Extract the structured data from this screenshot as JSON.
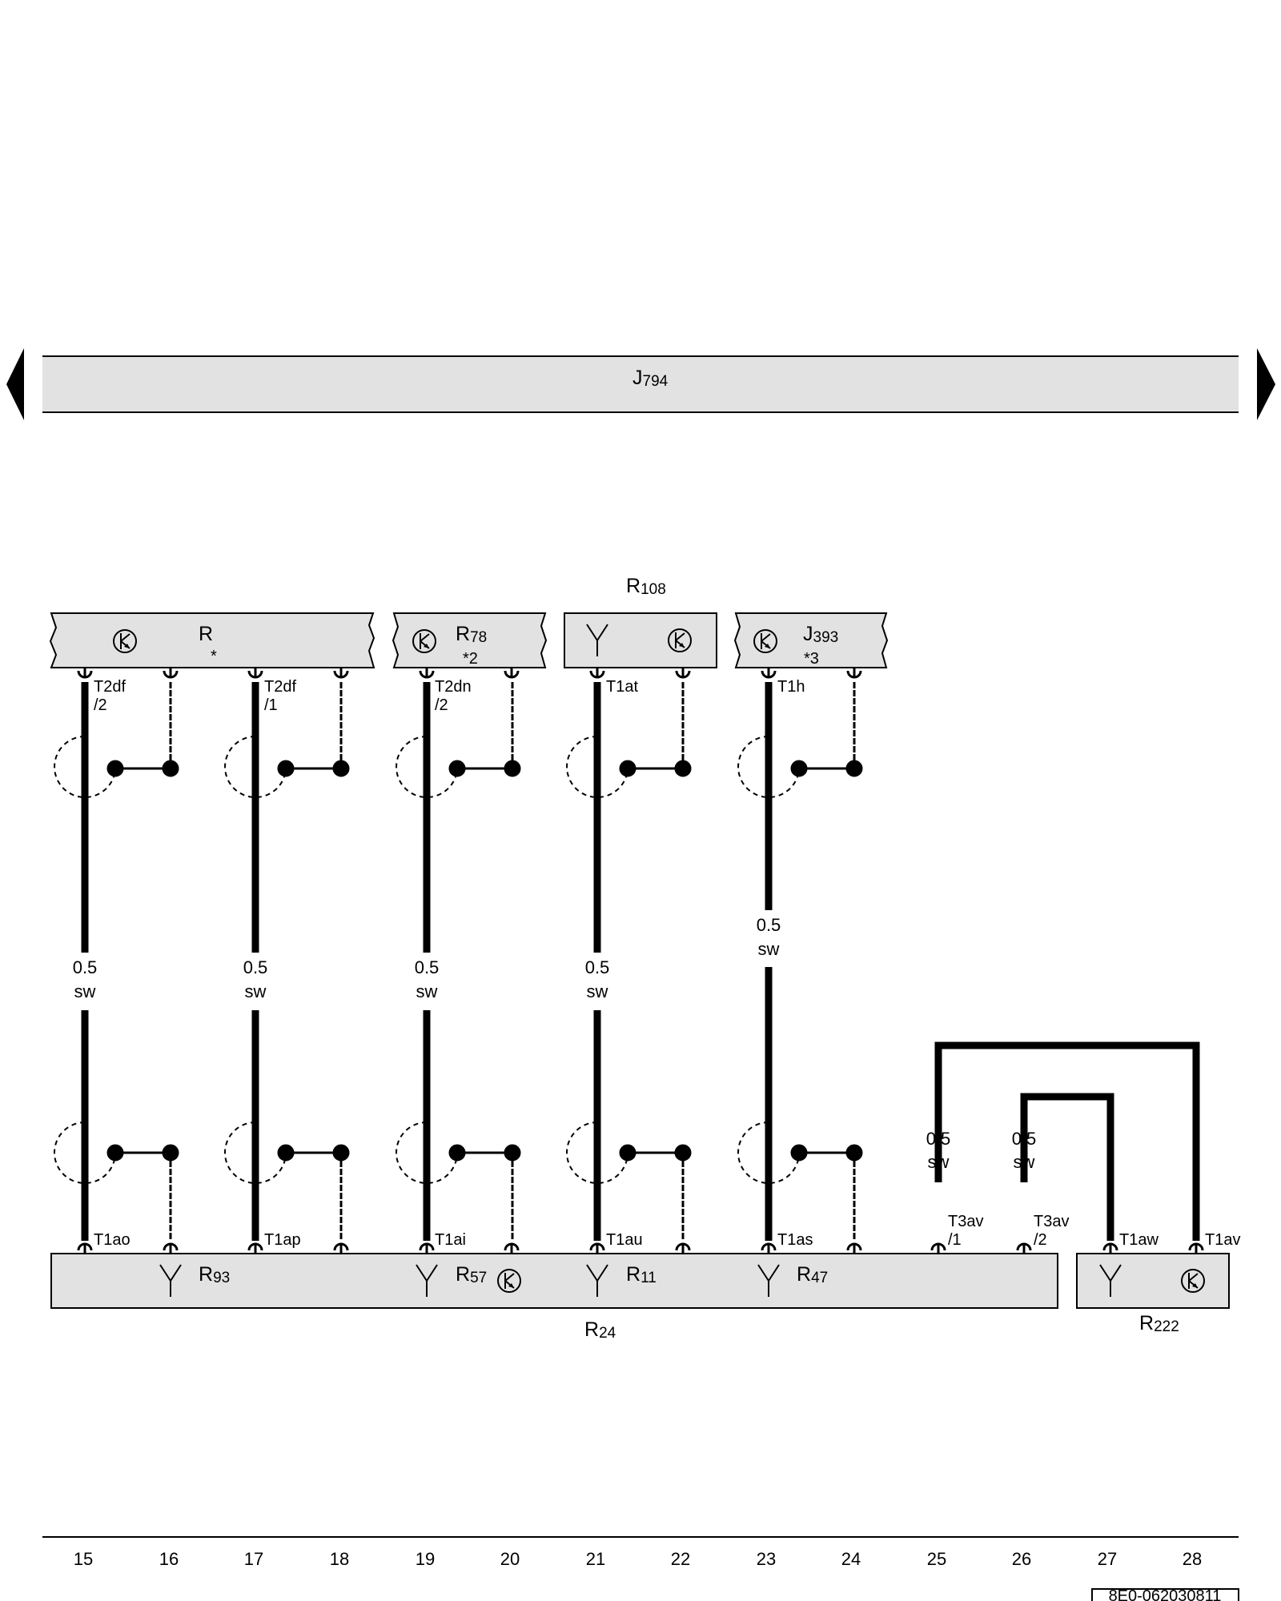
{
  "top_bar": {
    "name": "J",
    "sub": "794"
  },
  "upper_components": [
    {
      "name": "R",
      "sub": "",
      "note": "*"
    },
    {
      "name": "R",
      "sub": "78",
      "note": "*2"
    },
    {
      "name": "",
      "sub": "",
      "note": ""
    },
    {
      "name": "J",
      "sub": "393",
      "note": "*3"
    }
  ],
  "r108": {
    "name": "R",
    "sub": "108"
  },
  "upper_pins": [
    "T2df",
    "/2",
    "T2df",
    "/1",
    "T2dn",
    "/2",
    "T1at",
    "T1h"
  ],
  "lower_pins": [
    "T1ao",
    "T1ap",
    "T1ai",
    "T1au",
    "T1as",
    "T3av",
    "/1",
    "T3av",
    "/2",
    "T1aw",
    "T1av"
  ],
  "wires": [
    {
      "gauge": "0.5",
      "color": "sw"
    },
    {
      "gauge": "0.5",
      "color": "sw"
    },
    {
      "gauge": "0.5",
      "color": "sw"
    },
    {
      "gauge": "0.5",
      "color": "sw"
    },
    {
      "gauge": "0.5",
      "color": "sw"
    },
    {
      "gauge": "0.5",
      "color": "sw"
    },
    {
      "gauge": "0.5",
      "color": "sw"
    }
  ],
  "lower_labels": [
    {
      "name": "R",
      "sub": "93"
    },
    {
      "name": "R",
      "sub": "57"
    },
    {
      "name": "R",
      "sub": "11"
    },
    {
      "name": "R",
      "sub": "47"
    }
  ],
  "r24": {
    "name": "R",
    "sub": "24"
  },
  "r222": {
    "name": "R",
    "sub": "222"
  },
  "columns": [
    "15",
    "16",
    "17",
    "18",
    "19",
    "20",
    "21",
    "22",
    "23",
    "24",
    "25",
    "26",
    "27",
    "28"
  ],
  "doc_code": "8E0-062030811"
}
